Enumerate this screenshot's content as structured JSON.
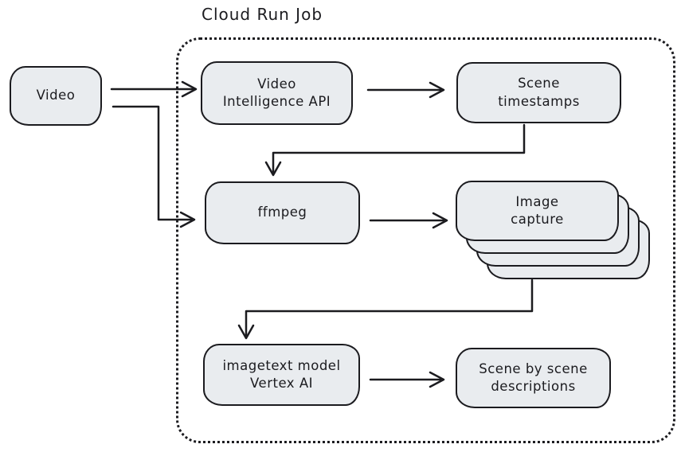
{
  "diagram": {
    "title": "Cloud Run Job",
    "colors": {
      "node_fill": "#e9ecef",
      "stroke": "#1b1b1f",
      "background": "#ffffff"
    },
    "nodes": {
      "video": {
        "label": "Video"
      },
      "video_intelligence_api": {
        "label": "Video\nIntelligence API"
      },
      "scene_timestamps": {
        "label": "Scene\ntimestamps"
      },
      "ffmpeg": {
        "label": "ffmpeg"
      },
      "image_capture": {
        "label": "Image\ncapture",
        "stack_count": 4
      },
      "imagetext_vertex": {
        "label": "imagetext model\nVertex AI"
      },
      "scene_descriptions": {
        "label": "Scene by scene\ndescriptions"
      }
    },
    "edges": [
      {
        "from": "video",
        "to": "video_intelligence_api"
      },
      {
        "from": "video",
        "to": "ffmpeg"
      },
      {
        "from": "video_intelligence_api",
        "to": "scene_timestamps"
      },
      {
        "from": "scene_timestamps",
        "to": "ffmpeg"
      },
      {
        "from": "ffmpeg",
        "to": "image_capture"
      },
      {
        "from": "image_capture",
        "to": "imagetext_vertex"
      },
      {
        "from": "imagetext_vertex",
        "to": "scene_descriptions"
      }
    ]
  }
}
